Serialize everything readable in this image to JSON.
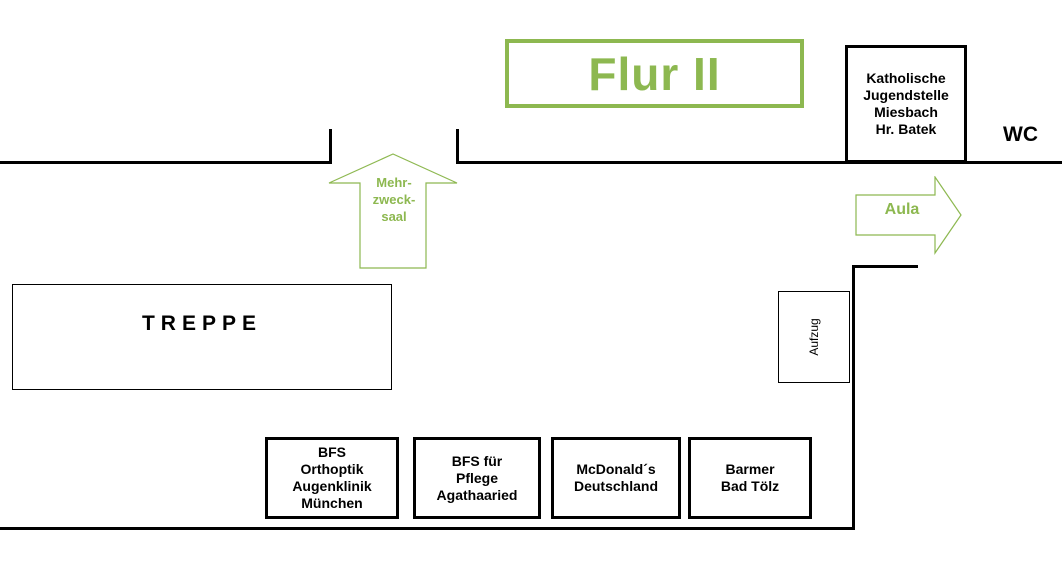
{
  "title": "Flur II",
  "rooms": {
    "treppe": "TREPPE",
    "aufzug": "Aufzug",
    "wc": "WC",
    "mehrzwecksaal": "Mehr-\nzweck-\nsaal",
    "aula": "Aula"
  },
  "booths": [
    {
      "label": "Katholische\nJugendstelle\nMiesbach\nHr. Batek"
    },
    {
      "label": "BFS\nOrthoptik\nAugenklinik\nMünchen"
    },
    {
      "label": "BFS für\nPflege\nAgathaaried"
    },
    {
      "label": "McDonald´s\nDeutschland"
    },
    {
      "label": "Barmer\nBad Tölz"
    }
  ],
  "colors": {
    "accent": "#8db850",
    "walls": "#000000"
  }
}
